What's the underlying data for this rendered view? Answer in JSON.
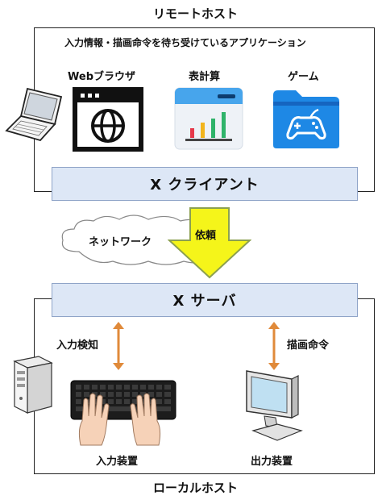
{
  "remote": {
    "title": "リモートホスト",
    "caption": "入力情報・描画命令を待ち受けているアプリケーション",
    "apps": [
      {
        "label": "Webブラウザ",
        "icon": "web-browser-icon"
      },
      {
        "label": "表計算",
        "icon": "spreadsheet-icon"
      },
      {
        "label": "ゲーム",
        "icon": "game-folder-icon"
      }
    ],
    "client_label": "X クライアント",
    "machine_icon": "laptop-icon"
  },
  "network": {
    "label": "ネットワーク",
    "arrow_label": "依頼",
    "arrow_color": "#f5f51a"
  },
  "local": {
    "server_label": "X サーバ",
    "input_detect_label": "入力検知",
    "draw_command_label": "描画命令",
    "input_device_label": "入力装置",
    "output_device_label": "出力装置",
    "title": "ローカルホスト",
    "machine_icon": "desktop-tower-icon",
    "arrow_color": "#e08a3a"
  },
  "colors": {
    "band_fill": "#dde7f6",
    "accent_blue": "#1e88e5"
  }
}
